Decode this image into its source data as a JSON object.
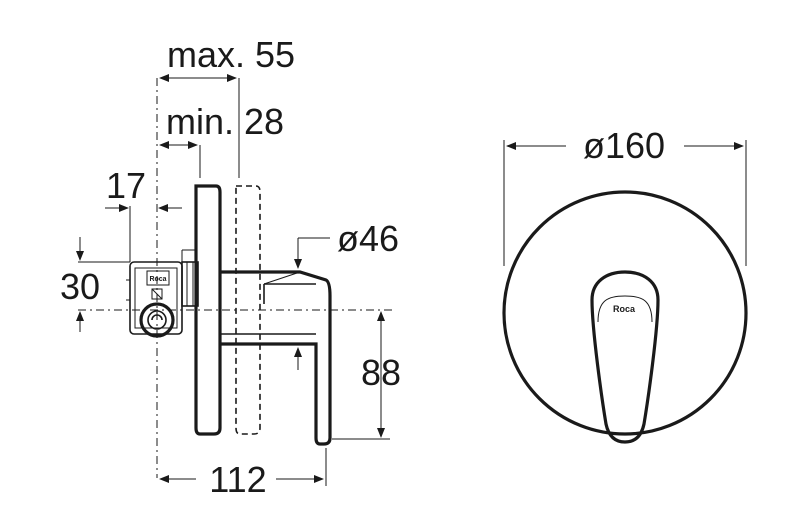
{
  "dimensions": {
    "max_depth": "max. 55",
    "min_depth": "min. 28",
    "offset": "17",
    "height_offset": "30",
    "spout_diameter": "ø46",
    "handle_height": "88",
    "total_depth": "112",
    "plate_diameter": "ø160"
  },
  "brand": {
    "side_logo": "Roca",
    "front_logo": "Roca"
  },
  "colors": {
    "line": "#1a1a1a",
    "background": "#ffffff"
  }
}
